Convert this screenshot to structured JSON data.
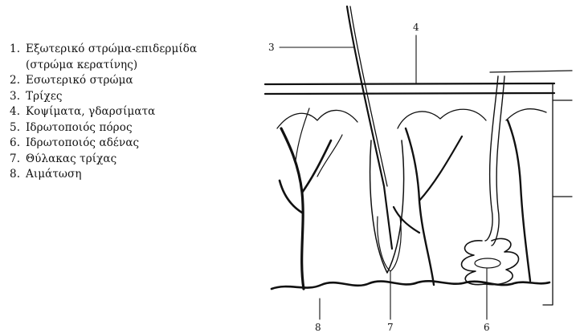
{
  "legend": {
    "items": [
      {
        "num": "1.",
        "text": "Εξωτερικό στρώμα-επιδερμίδα",
        "sub": "(στρώμα κερατίνης)"
      },
      {
        "num": "2.",
        "text": "Εσωτερικό στρώμα"
      },
      {
        "num": "3.",
        "text": "Τρίχες"
      },
      {
        "num": "4.",
        "text": "Κοψίματα, γδαρσίματα"
      },
      {
        "num": "5.",
        "text": "Ιδρωτοποιός πόρος"
      },
      {
        "num": "6.",
        "text": "Ιδρωτοποιός αδένας"
      },
      {
        "num": "7.",
        "text": "Θύλακας τρίχας"
      },
      {
        "num": "8.",
        "text": "Αιμάτωση"
      }
    ]
  },
  "callouts": {
    "hair": "3",
    "cut": "4",
    "blood": "8",
    "follicle": "7",
    "gland": "6"
  }
}
